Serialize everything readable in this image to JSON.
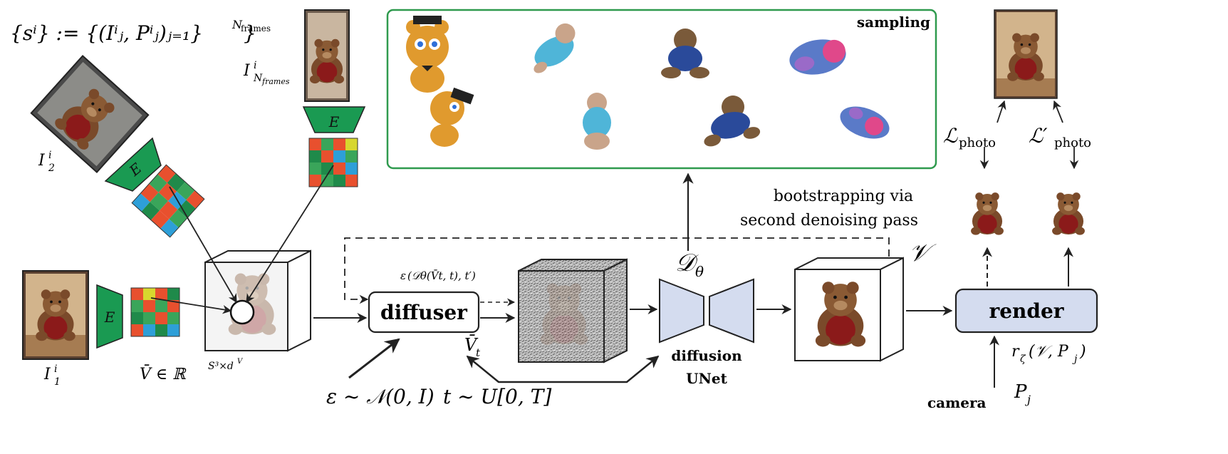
{
  "set_def": "{sⁱ} := {(Iⁱⱼ, Pⁱⱼ)ⱼ₌₁}",
  "set_def_sup": "N",
  "set_def_sup_sub": "frames",
  "frames": [
    {
      "label": "I",
      "sup": "i",
      "sub": "1"
    },
    {
      "label": "I",
      "sup": "i",
      "sub": "2"
    },
    {
      "label": "I",
      "sup": "i",
      "sub": "N"
    },
    {
      "label_sub_sub": "frames"
    }
  ],
  "encoder_label": "E",
  "volume_label": "V̄ ∈ ℝ",
  "volume_label_sup": "S³×d",
  "volume_label_sup_sup": "V",
  "diffuser_label": "diffuser",
  "eps_small": "ε",
  "eps_small_rest": "(𝒟θ(V̄t, t), t′)",
  "vt_label": "V̄",
  "vt_sub": "t",
  "noise_label": "ε ~ 𝒩(0, I)",
  "time_label": "t ~ U[0, T]",
  "decoder_label": "𝒟",
  "decoder_sub": "θ",
  "unet_label_1": "diffusion",
  "unet_label_2": "UNet",
  "bootstrap_1": "bootstrapping via",
  "bootstrap_2": "second denoising pass",
  "vcal_label": "𝒱",
  "render_label": "render",
  "render_fn": "r",
  "render_fn_sub": "ζ",
  "render_fn_rest": "(𝒱, P",
  "render_fn_rest2": "j",
  "camera_label": "camera",
  "pj_label": "P",
  "pj_sub": "j",
  "loss_label": "ℒ",
  "loss_sub": "photo",
  "loss_prime_label": "ℒ′",
  "loss_prime_sub": "photo",
  "sampling_label": "sampling",
  "colors": {
    "green": "#2f9a4e",
    "encoder_green": "#1a9a52",
    "render_blue": "#d4dcef",
    "bear_brown": "#7a4a2a",
    "bear_red": "#8b1a1a"
  }
}
